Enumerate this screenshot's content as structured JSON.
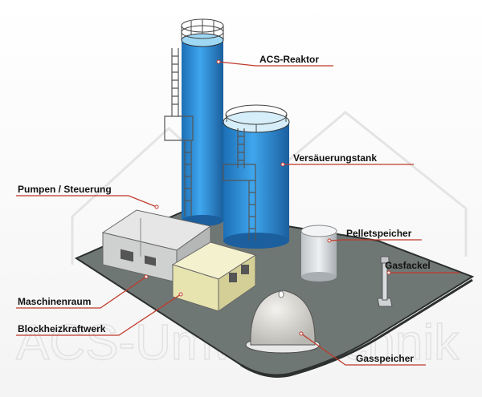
{
  "watermark": "ACS-Umwelttechnik",
  "colors": {
    "tank": "#2f8fd6",
    "leader": "#c0392b",
    "platform": "#6f7774"
  },
  "labels": {
    "acs_reaktor": "ACS-Reaktor",
    "versaeuerungstank": "Versäuerungstank",
    "pumpen_steuerung": "Pumpen / Steuerung",
    "pelletspeicher": "Pelletspeicher",
    "gasfackel": "Gasfackel",
    "maschinenraum": "Maschinenraum",
    "blockheizkraftwerk": "Blockheizkraftwerk",
    "gasspeicher": "Gasspeicher"
  }
}
